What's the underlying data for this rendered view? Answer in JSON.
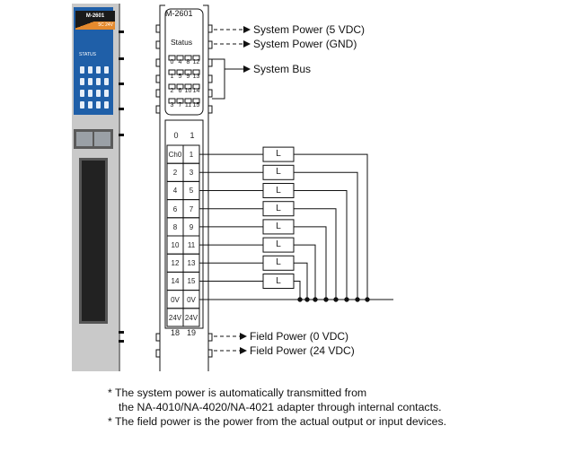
{
  "module_photo": {
    "model": "M-2601",
    "voltage": "5C 24V",
    "status_label": "STATUS"
  },
  "module_diagram": {
    "model": "M-2601",
    "status_label": "Status",
    "led_rows": [
      [
        "0",
        "4",
        "8",
        "12"
      ],
      [
        "1",
        "5",
        "9",
        "13"
      ],
      [
        "2",
        "6",
        "10",
        "14"
      ],
      [
        "3",
        "7",
        "11",
        "15"
      ]
    ],
    "column_headers": [
      "0",
      "1"
    ],
    "terminals": [
      [
        "Ch0",
        "1"
      ],
      [
        "2",
        "3"
      ],
      [
        "4",
        "5"
      ],
      [
        "6",
        "7"
      ],
      [
        "8",
        "9"
      ],
      [
        "10",
        "11"
      ],
      [
        "12",
        "13"
      ],
      [
        "14",
        "15"
      ],
      [
        "0V",
        "0V"
      ],
      [
        "24V",
        "24V"
      ]
    ],
    "footer_numbers": [
      "18",
      "19"
    ]
  },
  "arrows": {
    "system_power_5v": "System Power (5 VDC)",
    "system_power_gnd": "System Power (GND)",
    "system_bus": "System Bus",
    "field_power_0v": "Field Power (0 VDC)",
    "field_power_24v": "Field Power (24 VDC)"
  },
  "loads": [
    "L",
    "L",
    "L",
    "L",
    "L",
    "L",
    "L",
    "L"
  ],
  "notes": [
    "* The system power is automatically transmitted from",
    "the NA-4010/NA-4020/NA-4021 adapter through internal contacts.",
    "* The field power is the power from the actual output or input devices."
  ],
  "colors": {
    "photo_blue": "#1f5fa8",
    "photo_orange": "#e58a2e",
    "line": "#111111"
  }
}
